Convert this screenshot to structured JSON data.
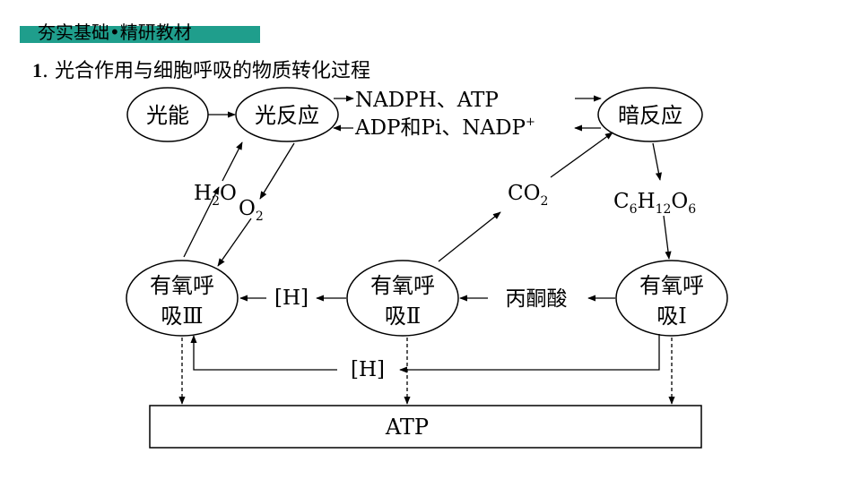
{
  "banner": {
    "text": "夯实基础•精研教材",
    "color": "#1f9e8c"
  },
  "section": {
    "number": "1",
    "title": ". 光合作用与细胞呼吸的物质转化过程"
  },
  "nodes": {
    "light_energy": "光能",
    "light_reaction": "光反应",
    "dark_reaction": "暗反应",
    "resp3_line1": "有氧呼",
    "resp3_line2": "吸Ⅲ",
    "resp2_line1": "有氧呼",
    "resp2_line2": "吸Ⅱ",
    "resp1_line1": "有氧呼",
    "resp1_line2": "吸Ⅰ",
    "atp_box": "ATP"
  },
  "labels": {
    "nadph_atp": "NADPH、ATP",
    "adp_pi_nadp": "ADP和Pi、NADP",
    "nadp_sup": "+",
    "h2o_a": "H",
    "h2o_sub": "2",
    "h2o_b": "O",
    "o2_a": "O",
    "o2_sub": "2",
    "co2_a": "CO",
    "co2_sub": "2",
    "glucose_c": "C",
    "glucose_c_sub": "6",
    "glucose_h": "H",
    "glucose_h_sub": "12",
    "glucose_o": "O",
    "glucose_o_sub": "6",
    "h_upper": "[H]",
    "h_lower": "[H]",
    "pyruvate": "丙酮酸"
  }
}
